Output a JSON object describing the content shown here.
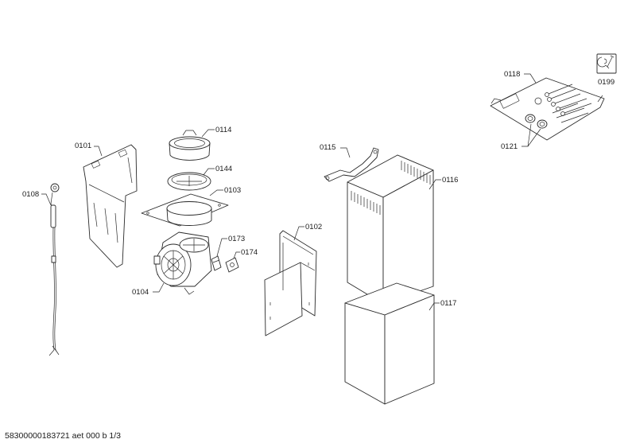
{
  "parts": {
    "p0101": "0101",
    "p0102": "0102",
    "p0103": "0103",
    "p0104": "0104",
    "p0108": "0108",
    "p0114": "0114",
    "p0115": "0115",
    "p0116": "0116",
    "p0117": "0117",
    "p0118": "0118",
    "p0121": "0121",
    "p0144": "0144",
    "p0173": "0173",
    "p0174": "0174",
    "p0199": "0199"
  },
  "footer": "58300000183721 aet 000 b 1/3",
  "icons": {
    "service_tools": "wrench-screwdriver-icon"
  }
}
